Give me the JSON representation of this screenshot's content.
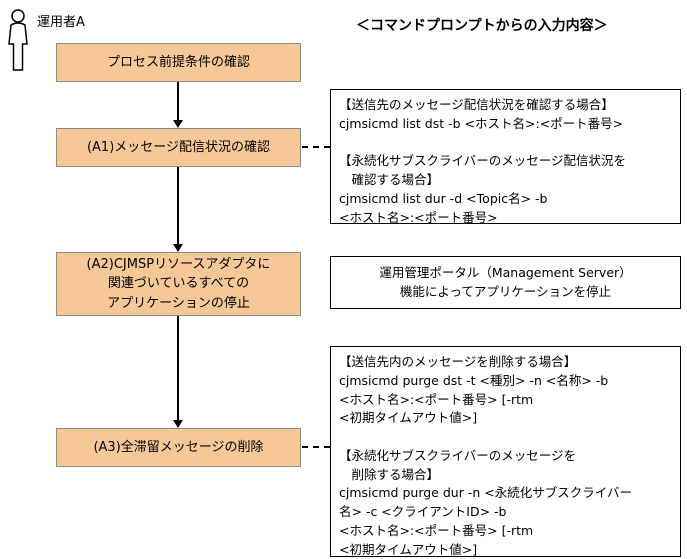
{
  "header": {
    "actor_label": "運用者A",
    "right_heading": "＜コマンドプロンプトからの入力内容＞"
  },
  "flow": {
    "steps": [
      {
        "label": "プロセス前提条件の確認"
      },
      {
        "label": "(A1)メッセージ配信状況の確認"
      },
      {
        "label": "(A2)CJMSPリソースアダプタに\n関連づいているすべての\nアプリケーションの停止"
      },
      {
        "label": "(A3)全滞留メッセージの削除"
      }
    ]
  },
  "notes": [
    {
      "text": "【送信先のメッセージ配信状況を確認する場合】\ncjmsicmd list dst -b <ホスト名>:<ポート番号>\n\n【永続化サブスクライバーのメッセージ配信状況を\n　確認する場合】\ncjmsicmd list dur -d <Topic名> -b\n<ホスト名>:<ポート番号>"
    },
    {
      "text": "運用管理ポータル（Management Server）\n機能によってアプリケーションを停止"
    },
    {
      "text": "【送信先内のメッセージを削除する場合】\ncjmsicmd purge dst -t <種別> -n <名称> -b\n<ホスト名>:<ポート番号> [-rtm\n<初期タイムアウト値>]\n\n【永続化サブスクライバーのメッセージを\n　削除する場合】\ncjmsicmd purge dur -n <永続化サブスクライバー\n名> -c <クライアントID> -b\n<ホスト名>:<ポート番号> [-rtm\n<初期タイムアウト値>]"
    }
  ],
  "colors": {
    "flow_box_fill": "#f7c897",
    "flow_box_border": "#8c8c8c",
    "note_border": "#000000"
  }
}
